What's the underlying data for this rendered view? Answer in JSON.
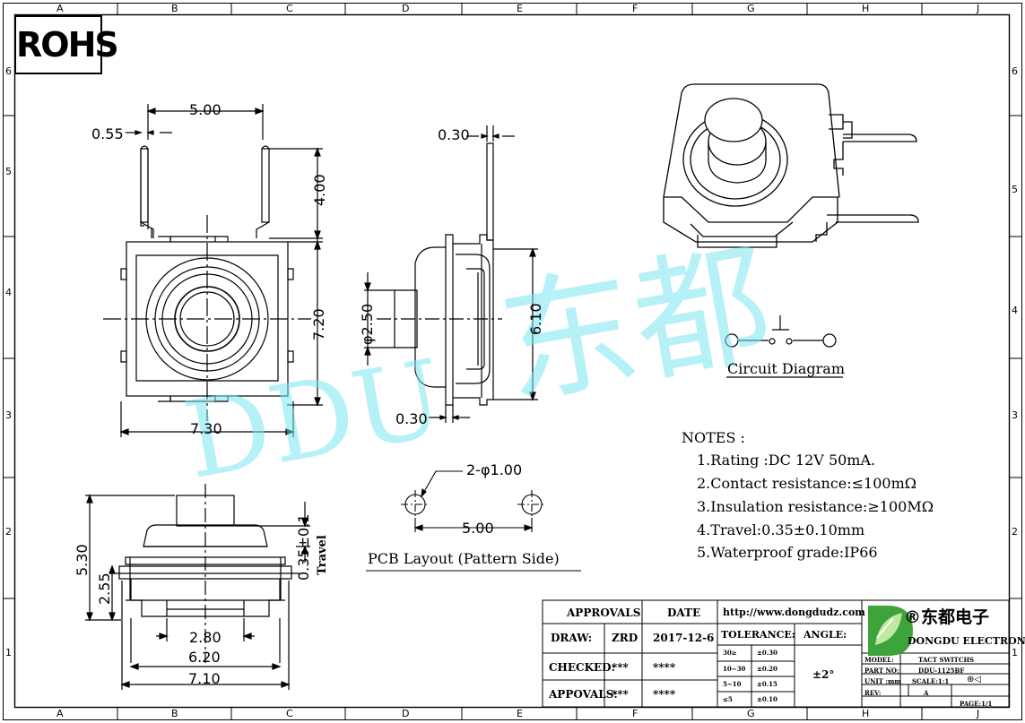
{
  "title_block_logo": "ROHS",
  "grid": {
    "columns": [
      "A",
      "B",
      "C",
      "D",
      "E",
      "F",
      "G",
      "H",
      "J"
    ],
    "rows": [
      "6",
      "5",
      "4",
      "3",
      "2",
      "1"
    ]
  },
  "watermark": {
    "latin": "DDU",
    "cjk": "东都"
  },
  "dimensions": {
    "top_width": "5.00",
    "pin_width": "0.55",
    "pin_height": "4.00",
    "body_height": "7.20",
    "body_width": "7.30",
    "side_pin_thickness": "0.30",
    "plunger_diameter": "φ2.50",
    "side_body_height": "6.10",
    "side_bottom_offset": "0.30",
    "hole_spec": "2-φ1.00",
    "hole_spacing": "5.00",
    "front_total_height": "5.30",
    "front_body_height": "2.55",
    "travel_value": "0.35±0.1",
    "travel_label": "Travel",
    "inner_width": "2.80",
    "mid_width": "6.20",
    "overall_width": "7.10"
  },
  "labels": {
    "pcb_layout": "PCB Layout (Pattern Side)",
    "circuit_diagram": "Circuit Diagram"
  },
  "notes": {
    "heading": "NOTES :",
    "items": [
      "1.Rating :DC 12V 50mA.",
      "2.Contact resistance:≤100mΩ",
      "3.Insulation resistance:≥100MΩ",
      "4.Travel:0.35±0.10mm",
      "5.Waterproof grade:IP66"
    ]
  },
  "title_block": {
    "approvals_header": "APPROVALS",
    "date_header": "DATE",
    "rows": [
      {
        "label": "DRAW:",
        "who": "ZRD",
        "date": "2017-12-6"
      },
      {
        "label": "CHECKED:",
        "who": "***",
        "date": "****"
      },
      {
        "label": "APPOVALS:",
        "who": "***",
        "date": "****"
      }
    ],
    "url": "http://www.dongdudz.com",
    "tolerance_header": "TOLERANCE:",
    "angle_header": "ANGLE:",
    "tolerances": [
      {
        "range": "30≥",
        "value": "±0.30"
      },
      {
        "range": "10~30",
        "value": "±0.20"
      },
      {
        "range": "5~10",
        "value": "±0.15"
      },
      {
        "range": "≤5",
        "value": "±0.10"
      }
    ],
    "angle_value": "±2°",
    "company_cn": "®东都电子",
    "company_en": "DONGDU ELECTRONICS",
    "model_label": "MODEL:",
    "model_value": "TACT SWITCHS",
    "part_label": "PART NO:",
    "part_value": "DDU-1125BF",
    "unit_label": "UNIT :mm",
    "scale_label": "SCALE:1:1",
    "rev_label": "REV:",
    "rev_value": "A",
    "page_label": "PAGE:1/1"
  },
  "colors": {
    "line": "#000000",
    "watermark": "#78e6f0",
    "logo_green": "#3ea33a"
  }
}
